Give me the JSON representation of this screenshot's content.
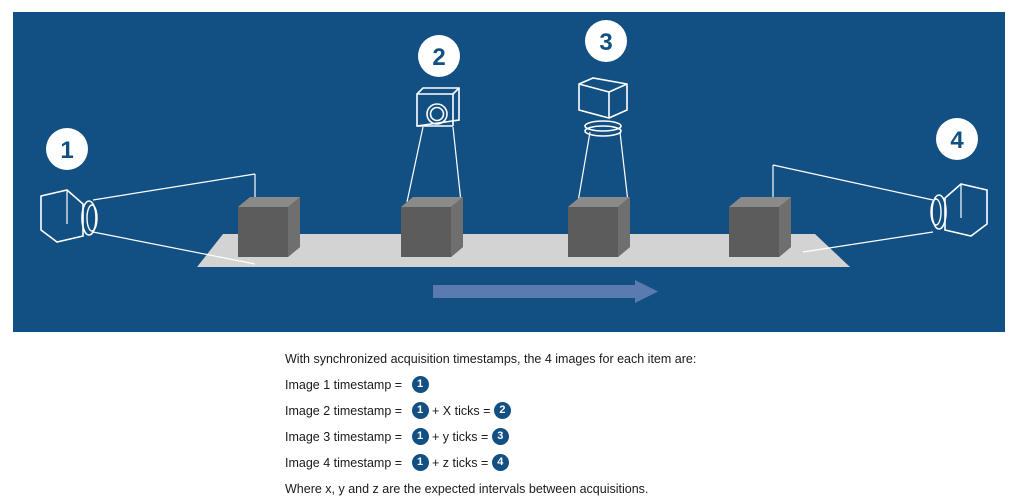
{
  "diagram": {
    "camera_badges": [
      {
        "id": "camera-1",
        "label": "1"
      },
      {
        "id": "camera-2",
        "label": "2"
      },
      {
        "id": "camera-3",
        "label": "3"
      },
      {
        "id": "camera-4",
        "label": "4"
      }
    ],
    "colors": {
      "background": "#124f82",
      "belt": "#d3d3d3",
      "box_front": "#5b5b5b",
      "box_top": "#8a8a8a",
      "box_side": "#6f6f6f",
      "arrow": "#5b7ab0",
      "line": "#ffffff"
    }
  },
  "caption": {
    "intro": "With synchronized acquisition timestamps, the 4 images for each item are:",
    "lines": [
      {
        "label": "Image 1 timestamp = ",
        "base": "1",
        "middle": "",
        "result": ""
      },
      {
        "label": "Image 2 timestamp = ",
        "base": "1",
        "middle": "+ X ticks =",
        "result": "2"
      },
      {
        "label": "Image 3 timestamp = ",
        "base": "1",
        "middle": "+ y ticks =",
        "result": "3"
      },
      {
        "label": "Image 4 timestamp = ",
        "base": "1",
        "middle": "+ z ticks =",
        "result": "4"
      }
    ],
    "footer": "Where x, y and z are the expected intervals between acquisitions."
  }
}
